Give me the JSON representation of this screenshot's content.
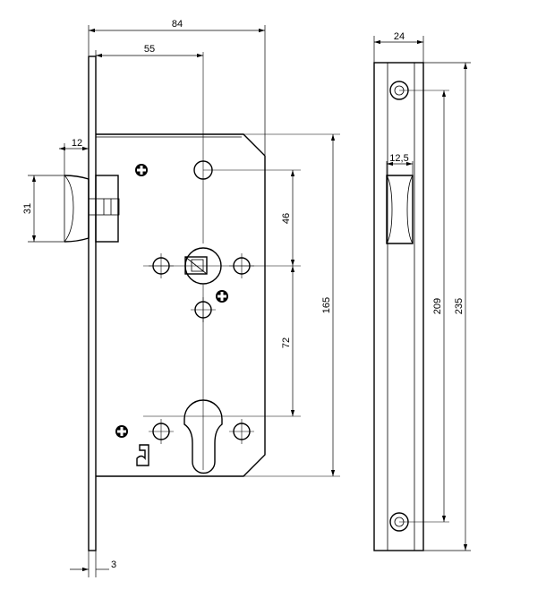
{
  "dimensions": {
    "case_depth": "84",
    "backset": "55",
    "faceplate_width": "24",
    "latch_projection": "12",
    "strike_opening_width": "12,5",
    "latch_height": "31",
    "handle_to_top_fixing": "46",
    "handle_to_cylinder": "72",
    "case_height": "165",
    "fixing_hole_spacing": "209",
    "faceplate_length": "235",
    "faceplate_thickness": "3"
  }
}
